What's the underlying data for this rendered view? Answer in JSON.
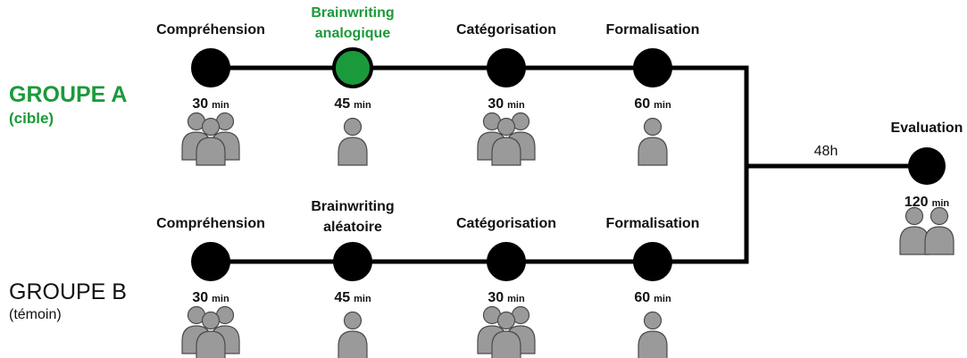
{
  "colors": {
    "accent": "#1a9a3a",
    "line": "#000000",
    "node": "#000000",
    "person_fill": "#9a9a9a",
    "person_stroke": "#4a4a4a"
  },
  "groupA": {
    "title": "GROUPE A",
    "subtitle": "(cible)",
    "steps": [
      {
        "label": [
          "Compréhension"
        ],
        "time": "30",
        "people": 3,
        "highlight": false
      },
      {
        "label": [
          "Brainwriting",
          "analogique"
        ],
        "time": "45",
        "people": 1,
        "highlight": true
      },
      {
        "label": [
          "Catégorisation"
        ],
        "time": "30",
        "people": 3,
        "highlight": false
      },
      {
        "label": [
          "Formalisation"
        ],
        "time": "60",
        "people": 1,
        "highlight": false
      }
    ]
  },
  "groupB": {
    "title": "GROUPE B",
    "subtitle": "(témoin)",
    "steps": [
      {
        "label": [
          "Compréhension"
        ],
        "time": "30",
        "people": 3,
        "highlight": false
      },
      {
        "label": [
          "Brainwriting",
          "aléatoire"
        ],
        "time": "45",
        "people": 1,
        "highlight": false
      },
      {
        "label": [
          "Catégorisation"
        ],
        "time": "30",
        "people": 3,
        "highlight": false
      },
      {
        "label": [
          "Formalisation"
        ],
        "time": "60",
        "people": 1,
        "highlight": false
      }
    ]
  },
  "delay": "48h",
  "evaluation": {
    "label": "Evaluation",
    "time": "120",
    "people": 2
  },
  "unit": "min"
}
